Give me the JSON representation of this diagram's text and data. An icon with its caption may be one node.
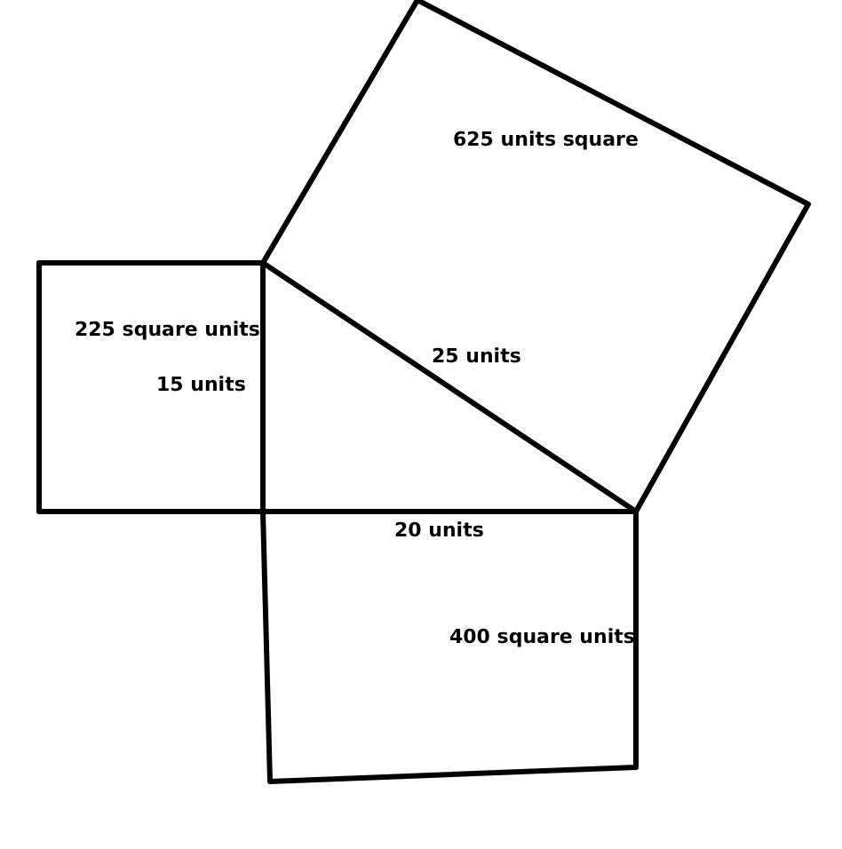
{
  "diagram": {
    "nodes": [
      {
        "text": [
          "625 units square"
        ]
      },
      {
        "text": [
          "225 square units"
        ]
      },
      {
        "text": [
          "400 square units"
        ]
      }
    ],
    "labels": [
      "25 units",
      "15 units",
      "20 units"
    ]
  }
}
